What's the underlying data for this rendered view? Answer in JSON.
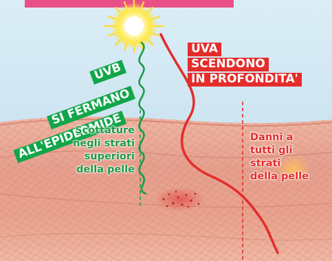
{
  "uvb": {
    "title": "UVB",
    "line1": "SI FERMANO",
    "line2": "ALL'EPIDERMIDE",
    "effect_lines": [
      "Scottature",
      "negli strati",
      "superiori",
      "della pelle"
    ],
    "color": "#11a64a"
  },
  "uva": {
    "title": "UVA",
    "line1": "SCENDONO",
    "line2": "IN PROFONDITA'",
    "effect_lines": [
      "Danni a",
      "tutti gli",
      "strati",
      "della pelle"
    ],
    "color": "#e42d2b"
  },
  "colors": {
    "top_banner": "#ea5088",
    "sky": "#cbe3f0",
    "skin": "#e6a08e",
    "sun": "#ffe84a"
  }
}
